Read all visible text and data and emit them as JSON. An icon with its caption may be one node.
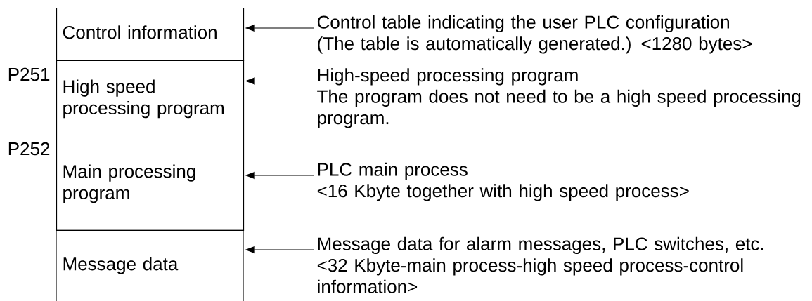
{
  "diagram": {
    "nodes": [
      {
        "text": [
          "Control information"
        ]
      },
      {
        "text": [
          "High speed processing program"
        ]
      },
      {
        "text": [
          "Main processing program"
        ]
      },
      {
        "text": [
          "Message data"
        ]
      },
      {
        "text": [
          "Control table indicating the user PLC configuration",
          "(The table is automatically generated.) <1280 bytes>"
        ]
      },
      {
        "text": [
          "High-speed processing program",
          "The program does not need to be a high speed processing program."
        ]
      },
      {
        "text": [
          "PLC main process",
          "<16 Kbyte together with high speed process>"
        ]
      },
      {
        "text": [
          "Message data for alarm messages, PLC switches, etc.",
          "<32 Kbyte-main process-high speed process-control information>"
        ]
      }
    ],
    "edges": [
      {
        "from": 4,
        "to": 0,
        "arrow": "to"
      },
      {
        "from": 5,
        "to": 1,
        "arrow": "to"
      },
      {
        "from": 6,
        "to": 2,
        "arrow": "to"
      },
      {
        "from": 7,
        "to": 3,
        "arrow": "to"
      }
    ],
    "labels": [
      "P251",
      "P252"
    ]
  }
}
